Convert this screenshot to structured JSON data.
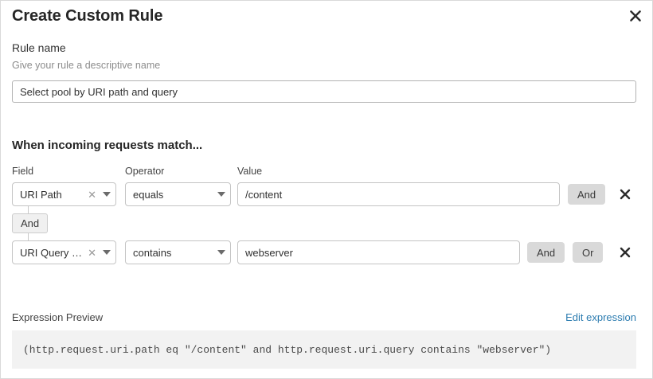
{
  "dialog": {
    "title": "Create Custom Rule",
    "close_icon": "close-icon"
  },
  "rule_name": {
    "label": "Rule name",
    "help": "Give your rule a descriptive name",
    "value": "Select pool by URI path and query",
    "placeholder": "Rule name"
  },
  "conditions": {
    "section_title": "When incoming requests match...",
    "columns": {
      "field": "Field",
      "operator": "Operator",
      "value": "Value"
    },
    "connector": {
      "label": "And"
    },
    "rows": [
      {
        "field": "URI Path",
        "operator": "equals",
        "value": "/content",
        "value_placeholder": "Enter value",
        "clear_icon": "close-small-icon",
        "caret_icon": "chevron-down-icon",
        "buttons": [
          "And"
        ],
        "delete_icon": "delete-row-icon"
      },
      {
        "field": "URI Query St...",
        "operator": "contains",
        "value": "webserver",
        "value_placeholder": "Enter value",
        "clear_icon": "close-small-icon",
        "caret_icon": "chevron-down-icon",
        "buttons": [
          "And",
          "Or"
        ],
        "delete_icon": "delete-row-icon"
      }
    ]
  },
  "expression": {
    "label": "Expression Preview",
    "edit_link": "Edit expression",
    "text": "(http.request.uri.path eq \"/content\" and http.request.uri.query contains \"webserver\")"
  },
  "colors": {
    "link": "#2c7cb0",
    "button_bg": "#d9d9d9",
    "preview_bg": "#f2f2f2"
  }
}
